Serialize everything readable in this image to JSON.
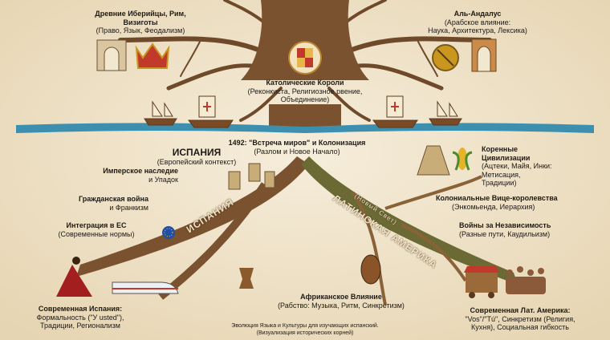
{
  "colors": {
    "background": "#f2e7cf",
    "trunk": "#7a5230",
    "latam_branch": "#6b6a35",
    "water": "#3d8fb0",
    "text": "#1e1a14"
  },
  "top_left": {
    "title": "Древние Иберийцы, Рим, Визиготы",
    "title_line1": "Древние Иберийцы, Рим,",
    "title_line2": "Визиготы",
    "subtitle": "(Право, Язык, Феодализм)",
    "icons": [
      "roman-arch-icon",
      "crown-icon"
    ]
  },
  "top_right": {
    "title": "Аль-Андалус",
    "subtitle_line1": "(Арабское влияние:",
    "subtitle_line2": "Наука, Архитектура, Лексика)",
    "icons": [
      "astrolabe-icon",
      "moorish-arch-icon"
    ]
  },
  "center": {
    "title": "Католические Короли",
    "subtitle_line1": "(Реконкиста, Религиозное рвение,",
    "subtitle_line2": "Объединение)",
    "icon": "coat-of-arms-icon"
  },
  "encounter": {
    "title": "1492: \"Встреча миров\" и Колонизация",
    "subtitle": "(Разлом и Новое Начало)",
    "icons": [
      "caravel-icon"
    ]
  },
  "spain": {
    "title": "ИСПАНИЯ",
    "subtitle": "(Европейский контекст)",
    "branch_label": "ИСПАНИЯ",
    "items": [
      {
        "title": "Имперское наследие",
        "subtitle": "и Упадок"
      },
      {
        "title": "Гражданская война",
        "subtitle": "и Франкизм"
      },
      {
        "title": "Интеграция в ЕС",
        "subtitle": "(Современные нормы)"
      }
    ],
    "modern": {
      "title": "Современная Испания:",
      "line1": "Формальность (\"У usted\"),",
      "line2": "Традиции, Регионализм"
    }
  },
  "latam": {
    "branch_label": "ЛАТИНСКАЯ АМЕРИКА",
    "branch_sublabel": "(Новый Свет)",
    "indigenous": {
      "title_line1": "Коренные",
      "title_line2": "Цивилизации",
      "line1": "(Ацтеки, Майя, Инки:",
      "line2": "Метисация,",
      "line3": "Традиции)"
    },
    "items": [
      {
        "title": "Колониальные Вице-королевства",
        "subtitle": "(Энкомьенда, Иерархия)"
      },
      {
        "title": "Войны за Независимость",
        "subtitle": "(Разные пути, Каудильизм)"
      }
    ],
    "modern": {
      "title": "Современная Лат. Америка:",
      "line1": "\"Vos\"/\"Tú\", Синкретизм (Религия,",
      "line2": "Кухня), Социальная гибкость"
    }
  },
  "africa": {
    "title": "Африканское Влияние",
    "subtitle": "(Рабство: Музыка, Ритм, Синкретизм)"
  },
  "footer": {
    "line1": "Эволюция Языка и Культуры для изучающих испанский.",
    "line2": "(Визуализация исторических корней)"
  }
}
